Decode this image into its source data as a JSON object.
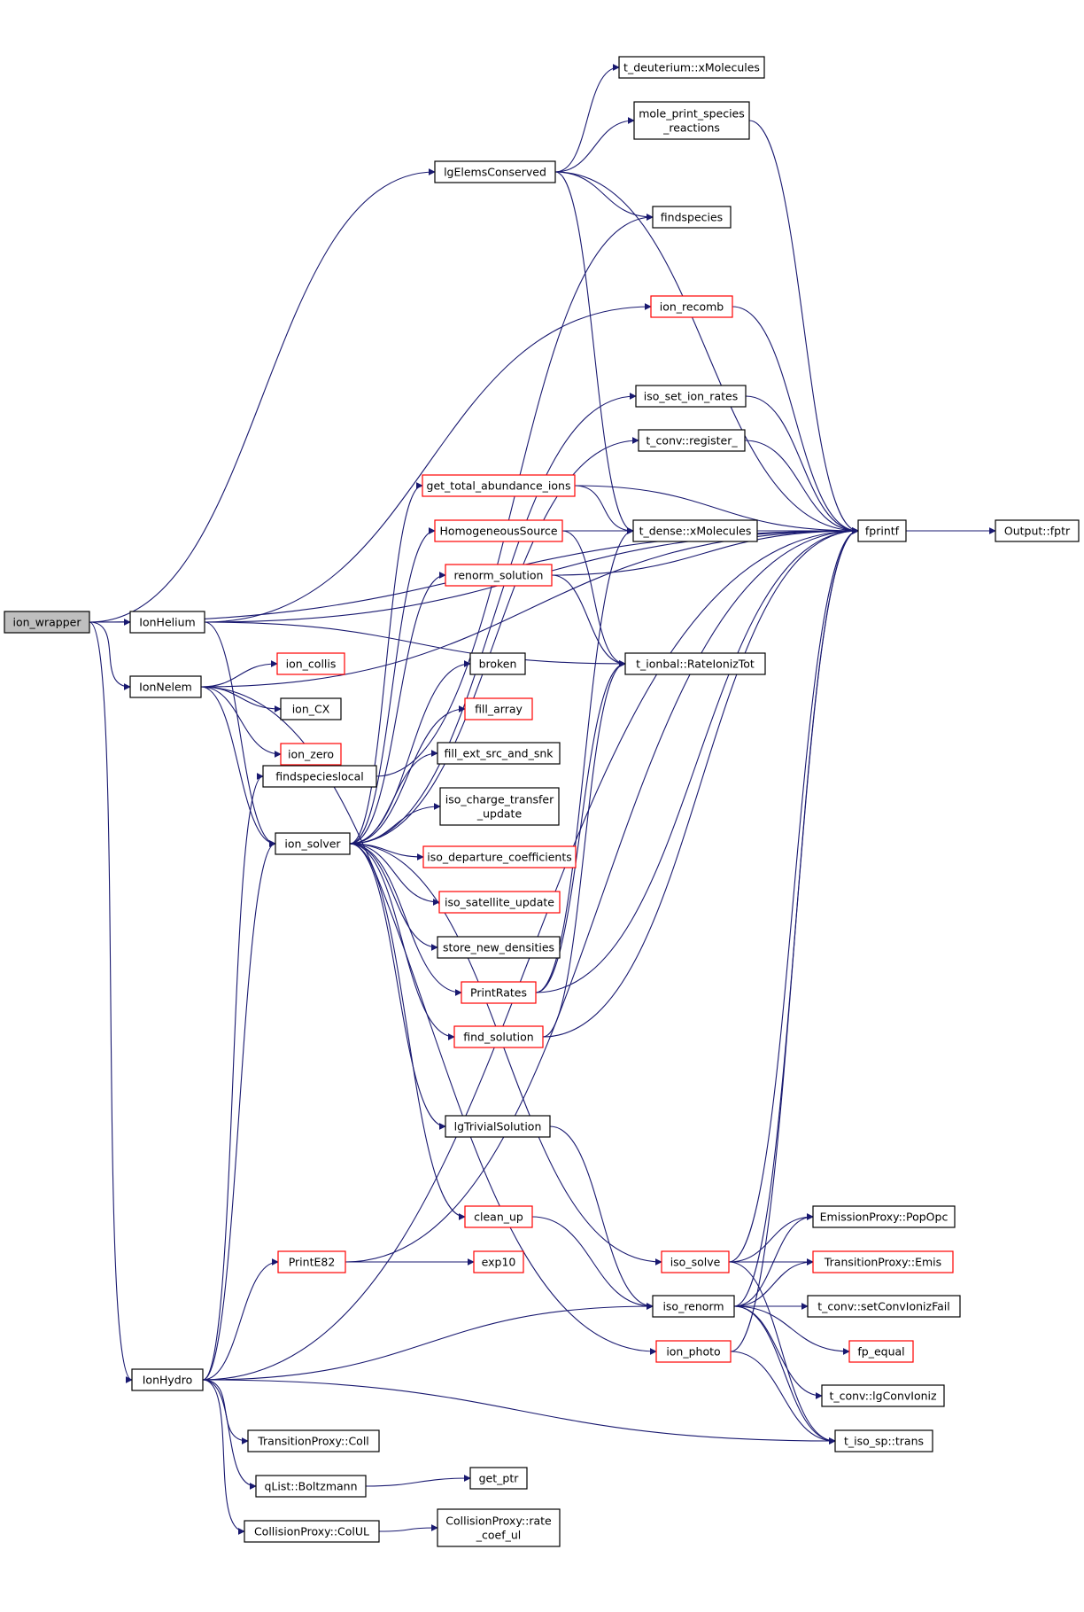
{
  "colors": {
    "edge": "#191970",
    "node_border_default": "#000000",
    "node_border_incomplete": "#ff0000",
    "node_fill_default": "#ffffff",
    "node_fill_focus": "#bfbfbf"
  },
  "nodes": [
    {
      "id": "ion_wrapper",
      "lines": [
        "ion_wrapper"
      ],
      "style": "focus"
    },
    {
      "id": "IonHelium",
      "lines": [
        "IonHelium"
      ],
      "style": "normal"
    },
    {
      "id": "IonNelem",
      "lines": [
        "IonNelem"
      ],
      "style": "normal"
    },
    {
      "id": "IonHydro",
      "lines": [
        "IonHydro"
      ],
      "style": "normal"
    },
    {
      "id": "lgElemsConserved",
      "lines": [
        "lgElemsConserved"
      ],
      "style": "normal"
    },
    {
      "id": "t_deuterium_xMolecules",
      "lines": [
        "t_deuterium::xMolecules"
      ],
      "style": "normal"
    },
    {
      "id": "mole_print_species_reactions",
      "lines": [
        "mole_print_species",
        "_reactions"
      ],
      "style": "normal"
    },
    {
      "id": "findspecies",
      "lines": [
        "findspecies"
      ],
      "style": "normal"
    },
    {
      "id": "ion_recomb",
      "lines": [
        "ion_recomb"
      ],
      "style": "red"
    },
    {
      "id": "iso_set_ion_rates",
      "lines": [
        "iso_set_ion_rates"
      ],
      "style": "normal"
    },
    {
      "id": "t_conv_register_",
      "lines": [
        "t_conv::register_"
      ],
      "style": "normal"
    },
    {
      "id": "get_total_abundance_ions",
      "lines": [
        "get_total_abundance_ions"
      ],
      "style": "red"
    },
    {
      "id": "HomogeneousSource",
      "lines": [
        "HomogeneousSource"
      ],
      "style": "red"
    },
    {
      "id": "t_dense_xMolecules",
      "lines": [
        "t_dense::xMolecules"
      ],
      "style": "normal"
    },
    {
      "id": "renorm_solution",
      "lines": [
        "renorm_solution"
      ],
      "style": "red"
    },
    {
      "id": "t_ionbal_RateIonizTot",
      "lines": [
        "t_ionbal::RateIonizTot"
      ],
      "style": "normal"
    },
    {
      "id": "fprintf",
      "lines": [
        "fprintf"
      ],
      "style": "normal"
    },
    {
      "id": "Output_fptr",
      "lines": [
        "Output::fptr"
      ],
      "style": "normal"
    },
    {
      "id": "ion_collis",
      "lines": [
        "ion_collis"
      ],
      "style": "red"
    },
    {
      "id": "ion_CX",
      "lines": [
        "ion_CX"
      ],
      "style": "normal"
    },
    {
      "id": "ion_zero",
      "lines": [
        "ion_zero"
      ],
      "style": "red"
    },
    {
      "id": "broken",
      "lines": [
        "broken"
      ],
      "style": "normal"
    },
    {
      "id": "fill_array",
      "lines": [
        "fill_array"
      ],
      "style": "red"
    },
    {
      "id": "fill_ext_src_and_snk",
      "lines": [
        "fill_ext_src_and_snk"
      ],
      "style": "normal"
    },
    {
      "id": "findspecieslocal",
      "lines": [
        "findspecieslocal"
      ],
      "style": "normal"
    },
    {
      "id": "iso_charge_transfer_update",
      "lines": [
        "iso_charge_transfer",
        "_update"
      ],
      "style": "normal"
    },
    {
      "id": "ion_solver",
      "lines": [
        "ion_solver"
      ],
      "style": "normal"
    },
    {
      "id": "iso_departure_coefficients",
      "lines": [
        "iso_departure_coefficients"
      ],
      "style": "red"
    },
    {
      "id": "iso_satellite_update",
      "lines": [
        "iso_satellite_update"
      ],
      "style": "red"
    },
    {
      "id": "store_new_densities",
      "lines": [
        "store_new_densities"
      ],
      "style": "normal"
    },
    {
      "id": "PrintRates",
      "lines": [
        "PrintRates"
      ],
      "style": "red"
    },
    {
      "id": "find_solution",
      "lines": [
        "find_solution"
      ],
      "style": "red"
    },
    {
      "id": "lgTrivialSolution",
      "lines": [
        "lgTrivialSolution"
      ],
      "style": "normal"
    },
    {
      "id": "clean_up",
      "lines": [
        "clean_up"
      ],
      "style": "red"
    },
    {
      "id": "PrintE82",
      "lines": [
        "PrintE82"
      ],
      "style": "red"
    },
    {
      "id": "exp10",
      "lines": [
        "exp10"
      ],
      "style": "red"
    },
    {
      "id": "iso_solve",
      "lines": [
        "iso_solve"
      ],
      "style": "red"
    },
    {
      "id": "iso_renorm",
      "lines": [
        "iso_renorm"
      ],
      "style": "normal"
    },
    {
      "id": "ion_photo",
      "lines": [
        "ion_photo"
      ],
      "style": "red"
    },
    {
      "id": "EmissionProxy_PopOpc",
      "lines": [
        "EmissionProxy::PopOpc"
      ],
      "style": "normal"
    },
    {
      "id": "TransitionProxy_Emis",
      "lines": [
        "TransitionProxy::Emis"
      ],
      "style": "red"
    },
    {
      "id": "t_conv_setConvIonizFail",
      "lines": [
        "t_conv::setConvIonizFail"
      ],
      "style": "normal"
    },
    {
      "id": "fp_equal",
      "lines": [
        "fp_equal"
      ],
      "style": "red"
    },
    {
      "id": "t_conv_lgConvIoniz",
      "lines": [
        "t_conv::lgConvIoniz"
      ],
      "style": "normal"
    },
    {
      "id": "t_iso_sp_trans",
      "lines": [
        "t_iso_sp::trans"
      ],
      "style": "normal"
    },
    {
      "id": "TransitionProxy_Coll",
      "lines": [
        "TransitionProxy::Coll"
      ],
      "style": "normal"
    },
    {
      "id": "qList_Boltzmann",
      "lines": [
        "qList::Boltzmann"
      ],
      "style": "normal"
    },
    {
      "id": "get_ptr",
      "lines": [
        "get_ptr"
      ],
      "style": "normal"
    },
    {
      "id": "CollisionProxy_ColUL",
      "lines": [
        "CollisionProxy::ColUL"
      ],
      "style": "normal"
    },
    {
      "id": "CollisionProxy_rate_coef_ul",
      "lines": [
        "CollisionProxy::rate",
        "_coef_ul"
      ],
      "style": "normal"
    }
  ],
  "edges": [
    [
      "ion_wrapper",
      "IonHelium"
    ],
    [
      "ion_wrapper",
      "IonNelem"
    ],
    [
      "ion_wrapper",
      "IonHydro"
    ],
    [
      "ion_wrapper",
      "lgElemsConserved"
    ],
    [
      "ion_wrapper",
      "fprintf"
    ],
    [
      "lgElemsConserved",
      "t_deuterium_xMolecules"
    ],
    [
      "lgElemsConserved",
      "mole_print_species_reactions"
    ],
    [
      "lgElemsConserved",
      "findspecies"
    ],
    [
      "lgElemsConserved",
      "fprintf"
    ],
    [
      "lgElemsConserved",
      "t_dense_xMolecules"
    ],
    [
      "mole_print_species_reactions",
      "fprintf"
    ],
    [
      "IonHelium",
      "fprintf"
    ],
    [
      "IonHelium",
      "ion_recomb"
    ],
    [
      "IonHelium",
      "t_ionbal_RateIonizTot"
    ],
    [
      "IonHelium",
      "ion_solver"
    ],
    [
      "ion_recomb",
      "fprintf"
    ],
    [
      "IonNelem",
      "fprintf"
    ],
    [
      "IonNelem",
      "ion_collis"
    ],
    [
      "IonNelem",
      "ion_CX"
    ],
    [
      "IonNelem",
      "ion_zero"
    ],
    [
      "IonNelem",
      "ion_solver"
    ],
    [
      "IonNelem",
      "ion_photo"
    ],
    [
      "iso_set_ion_rates",
      "fprintf"
    ],
    [
      "t_conv_register_",
      "fprintf"
    ],
    [
      "get_total_abundance_ions",
      "fprintf"
    ],
    [
      "get_total_abundance_ions",
      "t_dense_xMolecules"
    ],
    [
      "HomogeneousSource",
      "t_dense_xMolecules"
    ],
    [
      "HomogeneousSource",
      "fprintf"
    ],
    [
      "HomogeneousSource",
      "t_ionbal_RateIonizTot"
    ],
    [
      "renorm_solution",
      "fprintf"
    ],
    [
      "renorm_solution",
      "t_ionbal_RateIonizTot"
    ],
    [
      "fprintf",
      "Output_fptr"
    ],
    [
      "findspecieslocal",
      "findspecies"
    ],
    [
      "ion_solver",
      "iso_set_ion_rates"
    ],
    [
      "ion_solver",
      "t_conv_register_"
    ],
    [
      "ion_solver",
      "get_total_abundance_ions"
    ],
    [
      "ion_solver",
      "HomogeneousSource"
    ],
    [
      "ion_solver",
      "renorm_solution"
    ],
    [
      "ion_solver",
      "broken"
    ],
    [
      "ion_solver",
      "fill_array"
    ],
    [
      "ion_solver",
      "fill_ext_src_and_snk"
    ],
    [
      "ion_solver",
      "iso_charge_transfer_update"
    ],
    [
      "ion_solver",
      "iso_departure_coefficients"
    ],
    [
      "ion_solver",
      "iso_satellite_update"
    ],
    [
      "ion_solver",
      "store_new_densities"
    ],
    [
      "ion_solver",
      "PrintRates"
    ],
    [
      "ion_solver",
      "find_solution"
    ],
    [
      "ion_solver",
      "lgTrivialSolution"
    ],
    [
      "ion_solver",
      "clean_up"
    ],
    [
      "ion_solver",
      "iso_solve"
    ],
    [
      "PrintRates",
      "fprintf"
    ],
    [
      "PrintRates",
      "t_dense_xMolecules"
    ],
    [
      "PrintRates",
      "t_ionbal_RateIonizTot"
    ],
    [
      "find_solution",
      "fprintf"
    ],
    [
      "find_solution",
      "t_ionbal_RateIonizTot"
    ],
    [
      "lgTrivialSolution",
      "iso_renorm"
    ],
    [
      "clean_up",
      "iso_renorm"
    ],
    [
      "IonHydro",
      "findspecieslocal"
    ],
    [
      "IonHydro",
      "ion_solver"
    ],
    [
      "IonHydro",
      "PrintE82"
    ],
    [
      "IonHydro",
      "fprintf"
    ],
    [
      "IonHydro",
      "iso_renorm"
    ],
    [
      "IonHydro",
      "TransitionProxy_Coll"
    ],
    [
      "IonHydro",
      "qList_Boltzmann"
    ],
    [
      "IonHydro",
      "CollisionProxy_ColUL"
    ],
    [
      "IonHydro",
      "t_iso_sp_trans"
    ],
    [
      "PrintE82",
      "exp10"
    ],
    [
      "PrintE82",
      "fprintf"
    ],
    [
      "iso_solve",
      "fprintf"
    ],
    [
      "iso_solve",
      "EmissionProxy_PopOpc"
    ],
    [
      "iso_solve",
      "TransitionProxy_Emis"
    ],
    [
      "iso_solve",
      "t_iso_sp_trans"
    ],
    [
      "iso_renorm",
      "EmissionProxy_PopOpc"
    ],
    [
      "iso_renorm",
      "TransitionProxy_Emis"
    ],
    [
      "iso_renorm",
      "t_conv_setConvIonizFail"
    ],
    [
      "iso_renorm",
      "fp_equal"
    ],
    [
      "iso_renorm",
      "t_conv_lgConvIoniz"
    ],
    [
      "iso_renorm",
      "t_iso_sp_trans"
    ],
    [
      "iso_renorm",
      "fprintf"
    ],
    [
      "ion_photo",
      "fprintf"
    ],
    [
      "ion_photo",
      "t_iso_sp_trans"
    ],
    [
      "qList_Boltzmann",
      "get_ptr"
    ],
    [
      "CollisionProxy_ColUL",
      "CollisionProxy_rate_coef_ul"
    ]
  ]
}
